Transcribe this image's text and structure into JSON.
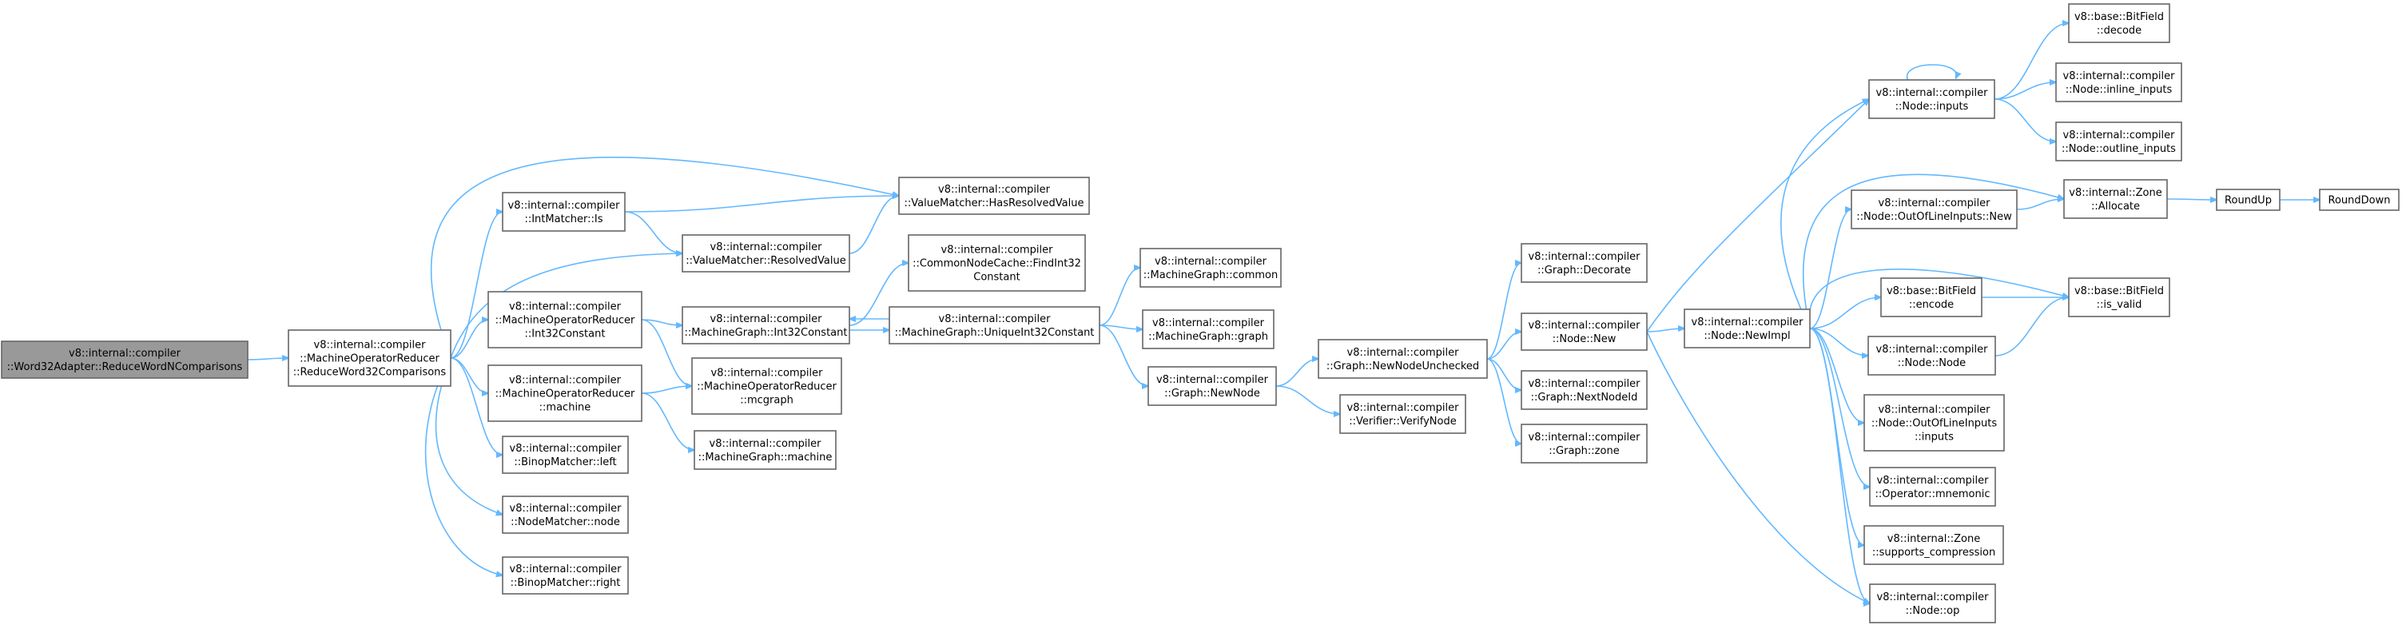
{
  "diagram": {
    "title": "",
    "edge_color": "#63b8ff",
    "node_border_color": "#666666",
    "root_fill_color": "#999999",
    "nodes": [
      {
        "id": "root",
        "lines": [
          "v8::internal::compiler",
          "::Word32Adapter::ReduceWordNComparisons"
        ],
        "root": true
      },
      {
        "id": "mor_rw32c",
        "lines": [
          "v8::internal::compiler",
          "::MachineOperatorReducer",
          "::ReduceWord32Comparisons"
        ]
      },
      {
        "id": "intmatcher_is",
        "lines": [
          "v8::internal::compiler",
          "::IntMatcher::Is"
        ]
      },
      {
        "id": "mor_int32const",
        "lines": [
          "v8::internal::compiler",
          "::MachineOperatorReducer",
          "::Int32Constant"
        ]
      },
      {
        "id": "mor_machine",
        "lines": [
          "v8::internal::compiler",
          "::MachineOperatorReducer",
          "::machine"
        ]
      },
      {
        "id": "binop_left",
        "lines": [
          "v8::internal::compiler",
          "::BinopMatcher::left"
        ]
      },
      {
        "id": "nodematcher_node",
        "lines": [
          "v8::internal::compiler",
          "::NodeMatcher::node"
        ]
      },
      {
        "id": "binop_right",
        "lines": [
          "v8::internal::compiler",
          "::BinopMatcher::right"
        ]
      },
      {
        "id": "vm_hasresolved",
        "lines": [
          "v8::internal::compiler",
          "::ValueMatcher::HasResolvedValue"
        ]
      },
      {
        "id": "vm_resolved",
        "lines": [
          "v8::internal::compiler",
          "::ValueMatcher::ResolvedValue"
        ]
      },
      {
        "id": "mg_int32const",
        "lines": [
          "v8::internal::compiler",
          "::MachineGraph::Int32Constant"
        ]
      },
      {
        "id": "mor_mcgraph",
        "lines": [
          "v8::internal::compiler",
          "::MachineOperatorReducer",
          "::mcgraph"
        ]
      },
      {
        "id": "mg_machine",
        "lines": [
          "v8::internal::compiler",
          "::MachineGraph::machine"
        ]
      },
      {
        "id": "cnc_findint32",
        "lines": [
          "v8::internal::compiler",
          "::CommonNodeCache::FindInt32",
          "Constant"
        ]
      },
      {
        "id": "mg_uniqueint32",
        "lines": [
          "v8::internal::compiler",
          "::MachineGraph::UniqueInt32Constant"
        ]
      },
      {
        "id": "mg_common",
        "lines": [
          "v8::internal::compiler",
          "::MachineGraph::common"
        ]
      },
      {
        "id": "mg_graph",
        "lines": [
          "v8::internal::compiler",
          "::MachineGraph::graph"
        ]
      },
      {
        "id": "graph_newnode",
        "lines": [
          "v8::internal::compiler",
          "::Graph::NewNode"
        ]
      },
      {
        "id": "graph_newnodeunchecked",
        "lines": [
          "v8::internal::compiler",
          "::Graph::NewNodeUnchecked"
        ]
      },
      {
        "id": "verifier_verifynode",
        "lines": [
          "v8::internal::compiler",
          "::Verifier::VerifyNode"
        ]
      },
      {
        "id": "graph_decorate",
        "lines": [
          "v8::internal::compiler",
          "::Graph::Decorate"
        ]
      },
      {
        "id": "node_new",
        "lines": [
          "v8::internal::compiler",
          "::Node::New"
        ]
      },
      {
        "id": "graph_nextnodeid",
        "lines": [
          "v8::internal::compiler",
          "::Graph::NextNodeId"
        ]
      },
      {
        "id": "graph_zone",
        "lines": [
          "v8::internal::compiler",
          "::Graph::zone"
        ]
      },
      {
        "id": "node_newimpl",
        "lines": [
          "v8::internal::compiler",
          "::Node::NewImpl"
        ]
      },
      {
        "id": "node_inputs",
        "lines": [
          "v8::internal::compiler",
          "::Node::inputs"
        ]
      },
      {
        "id": "node_oolinputs_new",
        "lines": [
          "v8::internal::compiler",
          "::Node::OutOfLineInputs::New"
        ]
      },
      {
        "id": "bitfield_encode",
        "lines": [
          "v8::base::BitField",
          "::encode"
        ]
      },
      {
        "id": "node_node",
        "lines": [
          "v8::internal::compiler",
          "::Node::Node"
        ]
      },
      {
        "id": "node_oolinputs_inputs",
        "lines": [
          "v8::internal::compiler",
          "::Node::OutOfLineInputs",
          "::inputs"
        ]
      },
      {
        "id": "operator_mnemonic",
        "lines": [
          "v8::internal::compiler",
          "::Operator::mnemonic"
        ]
      },
      {
        "id": "zone_supports_compression",
        "lines": [
          "v8::internal::Zone",
          "::supports_compression"
        ]
      },
      {
        "id": "node_op",
        "lines": [
          "v8::internal::compiler",
          "::Node::op"
        ]
      },
      {
        "id": "bitfield_decode",
        "lines": [
          "v8::base::BitField",
          "::decode"
        ]
      },
      {
        "id": "node_inline_inputs",
        "lines": [
          "v8::internal::compiler",
          "::Node::inline_inputs"
        ]
      },
      {
        "id": "node_outline_inputs",
        "lines": [
          "v8::internal::compiler",
          "::Node::outline_inputs"
        ]
      },
      {
        "id": "zone_allocate",
        "lines": [
          "v8::internal::Zone",
          "::Allocate"
        ]
      },
      {
        "id": "roundup",
        "lines": [
          "RoundUp"
        ]
      },
      {
        "id": "rounddown",
        "lines": [
          "RoundDown"
        ]
      },
      {
        "id": "bitfield_is_valid",
        "lines": [
          "v8::base::BitField",
          "::is_valid"
        ]
      }
    ],
    "edges": [
      [
        "root",
        "mor_rw32c"
      ],
      [
        "mor_rw32c",
        "intmatcher_is"
      ],
      [
        "mor_rw32c",
        "mor_int32const"
      ],
      [
        "mor_rw32c",
        "mor_machine"
      ],
      [
        "mor_rw32c",
        "binop_left"
      ],
      [
        "mor_rw32c",
        "nodematcher_node"
      ],
      [
        "mor_rw32c",
        "binop_right"
      ],
      [
        "mor_rw32c",
        "vm_hasresolved"
      ],
      [
        "mor_rw32c",
        "vm_resolved"
      ],
      [
        "intmatcher_is",
        "vm_hasresolved"
      ],
      [
        "intmatcher_is",
        "vm_resolved"
      ],
      [
        "vm_resolved",
        "vm_hasresolved"
      ],
      [
        "mor_int32const",
        "mg_int32const"
      ],
      [
        "mor_int32const",
        "mor_mcgraph"
      ],
      [
        "mor_machine",
        "mor_mcgraph"
      ],
      [
        "mor_machine",
        "mg_machine"
      ],
      [
        "mg_int32const",
        "cnc_findint32"
      ],
      [
        "mg_int32const",
        "mg_uniqueint32"
      ],
      [
        "mg_uniqueint32",
        "mg_int32const"
      ],
      [
        "mg_uniqueint32",
        "mg_common"
      ],
      [
        "mg_uniqueint32",
        "mg_graph"
      ],
      [
        "mg_uniqueint32",
        "graph_newnode"
      ],
      [
        "graph_newnode",
        "graph_newnodeunchecked"
      ],
      [
        "graph_newnode",
        "verifier_verifynode"
      ],
      [
        "graph_newnodeunchecked",
        "graph_decorate"
      ],
      [
        "graph_newnodeunchecked",
        "node_new"
      ],
      [
        "graph_newnodeunchecked",
        "graph_nextnodeid"
      ],
      [
        "graph_newnodeunchecked",
        "graph_zone"
      ],
      [
        "node_new",
        "node_newimpl"
      ],
      [
        "node_new",
        "node_inputs"
      ],
      [
        "node_new",
        "node_op"
      ],
      [
        "node_newimpl",
        "node_inputs"
      ],
      [
        "node_newimpl",
        "zone_allocate"
      ],
      [
        "node_newimpl",
        "node_oolinputs_new"
      ],
      [
        "node_newimpl",
        "bitfield_is_valid"
      ],
      [
        "node_newimpl",
        "bitfield_encode"
      ],
      [
        "node_newimpl",
        "node_node"
      ],
      [
        "node_newimpl",
        "node_oolinputs_inputs"
      ],
      [
        "node_newimpl",
        "operator_mnemonic"
      ],
      [
        "node_newimpl",
        "zone_supports_compression"
      ],
      [
        "node_newimpl",
        "node_op"
      ],
      [
        "node_inputs",
        "node_inputs"
      ],
      [
        "node_inputs",
        "bitfield_decode"
      ],
      [
        "node_inputs",
        "node_inline_inputs"
      ],
      [
        "node_inputs",
        "node_outline_inputs"
      ],
      [
        "node_oolinputs_new",
        "zone_allocate"
      ],
      [
        "zone_allocate",
        "roundup"
      ],
      [
        "roundup",
        "rounddown"
      ],
      [
        "bitfield_encode",
        "bitfield_is_valid"
      ],
      [
        "node_node",
        "bitfield_is_valid"
      ]
    ]
  }
}
